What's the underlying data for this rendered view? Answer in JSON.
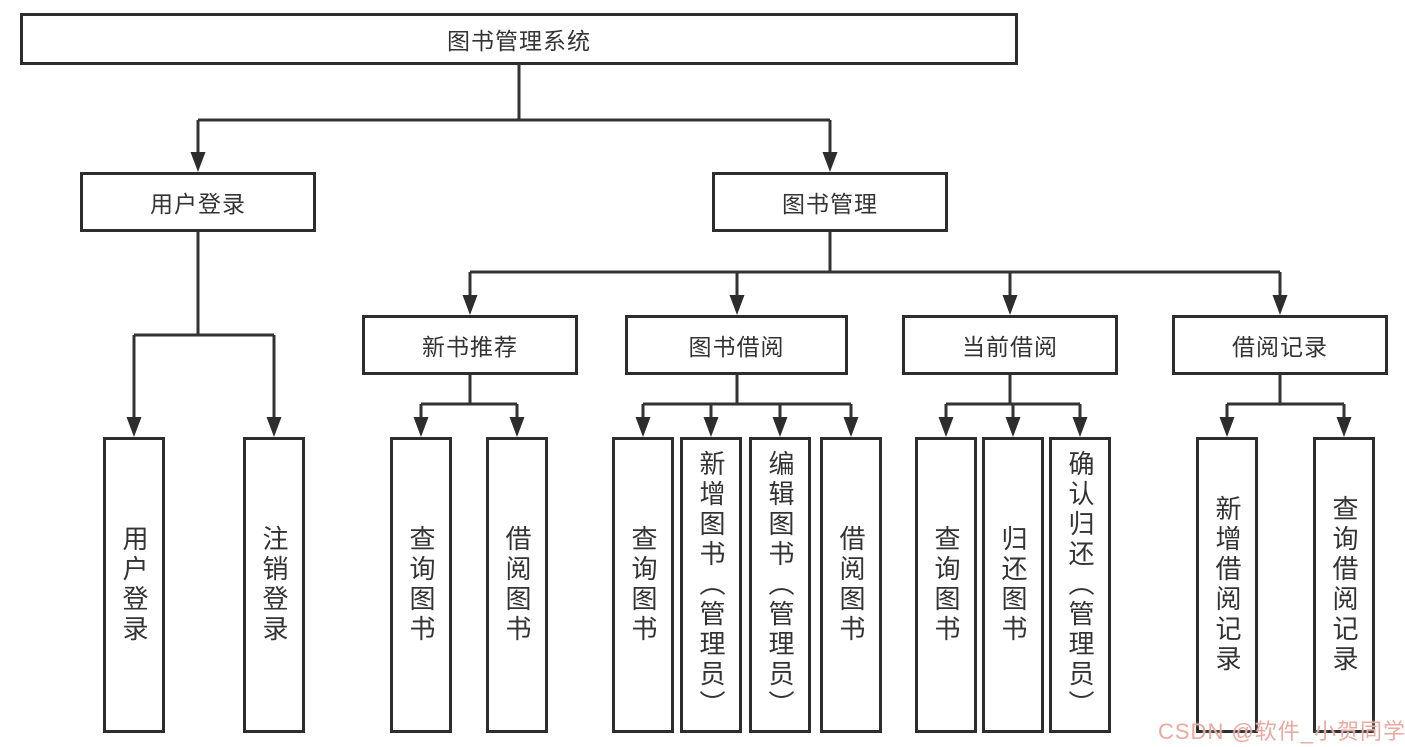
{
  "colors": {
    "background": "#ffffff",
    "box_border": "#2d2d2d",
    "connector_line": "#333333",
    "label_text": "#333333",
    "watermark_text": "#eba9a0"
  },
  "tree": {
    "label": "图书管理系统",
    "children": [
      {
        "label": "用户登录",
        "children": [
          {
            "label": "用户登录"
          },
          {
            "label": "注销登录"
          }
        ]
      },
      {
        "label": "图书管理",
        "children": [
          {
            "label": "新书推荐",
            "children": [
              {
                "label": "查询图书"
              },
              {
                "label": "借阅图书"
              }
            ]
          },
          {
            "label": "图书借阅",
            "children": [
              {
                "label": "查询图书"
              },
              {
                "label": "新增图书（管理员）"
              },
              {
                "label": "编辑图书（管理员）"
              },
              {
                "label": "借阅图书"
              }
            ]
          },
          {
            "label": "当前借阅",
            "children": [
              {
                "label": "查询图书"
              },
              {
                "label": "归还图书"
              },
              {
                "label": "确认归还（管理员）"
              }
            ]
          },
          {
            "label": "借阅记录",
            "children": [
              {
                "label": "新增借阅记录"
              },
              {
                "label": "查询借阅记录"
              }
            ]
          }
        ]
      }
    ]
  },
  "watermark": {
    "text": "CSDN @软件_小贺同学"
  }
}
